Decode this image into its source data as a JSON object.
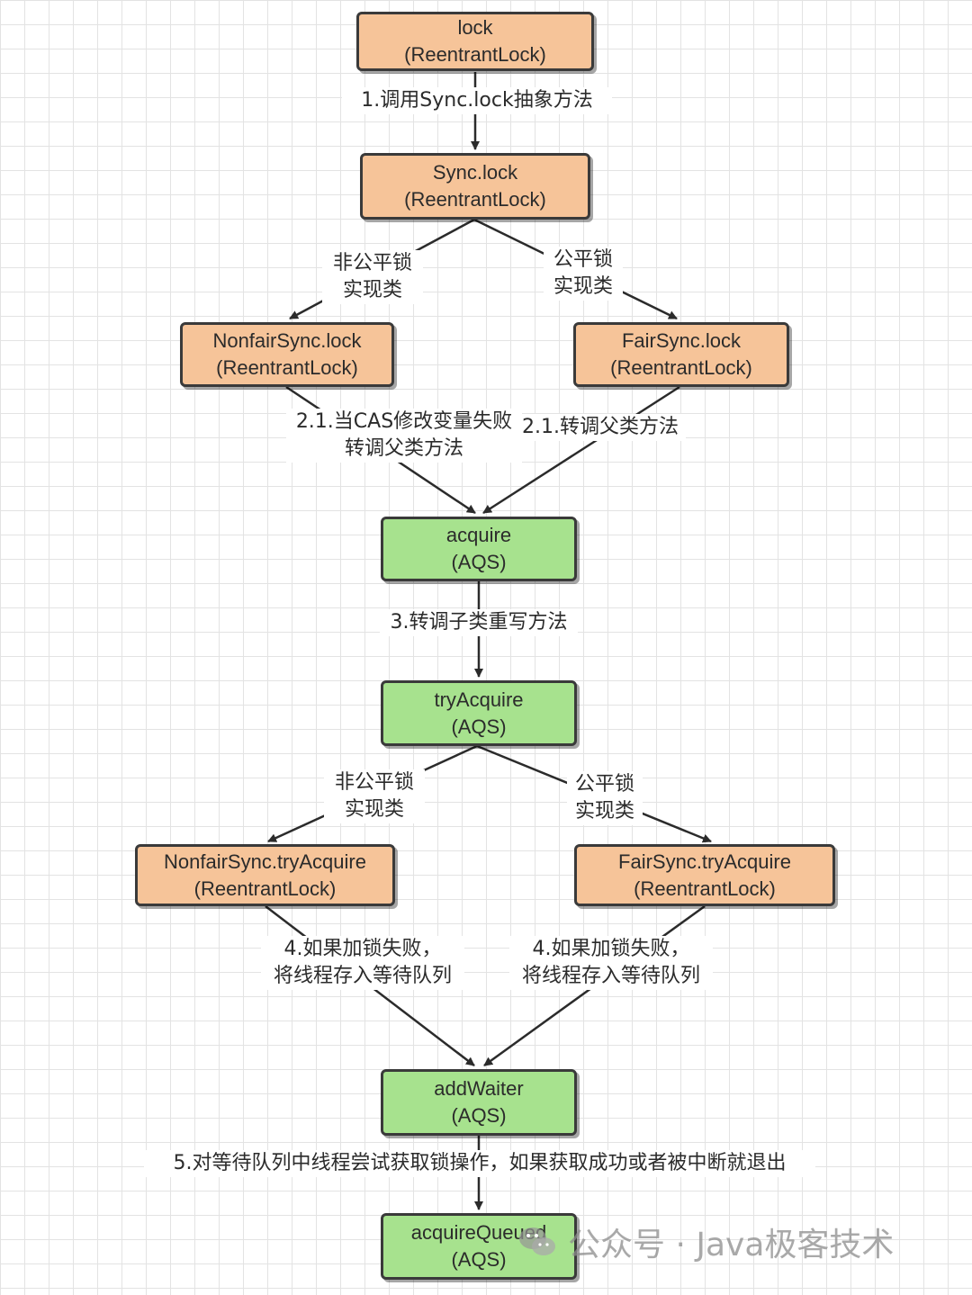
{
  "nodes": {
    "lock": {
      "line1": "lock",
      "line2": "(ReentrantLock)"
    },
    "sync_lock": {
      "line1": "Sync.lock",
      "line2": "(ReentrantLock)"
    },
    "nonfair_lock": {
      "line1": "NonfairSync.lock",
      "line2": "(ReentrantLock)"
    },
    "fair_lock": {
      "line1": "FairSync.lock",
      "line2": "(ReentrantLock)"
    },
    "acquire": {
      "line1": "acquire",
      "line2": "(AQS)"
    },
    "try_acquire": {
      "line1": "tryAcquire",
      "line2": "(AQS)"
    },
    "nonfair_try_acquire": {
      "line1": "NonfairSync.tryAcquire",
      "line2": "(ReentrantLock)"
    },
    "fair_try_acquire": {
      "line1": "FairSync.tryAcquire",
      "line2": "(ReentrantLock)"
    },
    "add_waiter": {
      "line1": "addWaiter",
      "line2": "(AQS)"
    },
    "acquire_queued": {
      "line1": "acquireQueued",
      "line2": "(AQS)"
    }
  },
  "labels": {
    "step1": "1.调用Sync.lock抽象方法",
    "nonfair_impl_1": {
      "line1": "非公平锁",
      "line2": "实现类"
    },
    "fair_impl_1": {
      "line1": "公平锁",
      "line2": "实现类"
    },
    "step2_1_nonfair": {
      "line1": "2.1.当CAS修改变量失败",
      "line2": "转调父类方法"
    },
    "step2_1_fair": "2.1.转调父类方法",
    "step3": "3.转调子类重写方法",
    "nonfair_impl_2": {
      "line1": "非公平锁",
      "line2": "实现类"
    },
    "fair_impl_2": {
      "line1": "公平锁",
      "line2": "实现类"
    },
    "step4_nonfair": {
      "line1": "4.如果加锁失败，",
      "line2": "将线程存入等待队列"
    },
    "step4_fair": {
      "line1": "4.如果加锁失败，",
      "line2": "将线程存入等待队列"
    },
    "step5": "5.对等待队列中线程尝试获取锁操作，如果获取成功或者被中断就退出"
  },
  "watermark": {
    "text": "公众号 · Java极客技术",
    "icon": "wechat-icon"
  },
  "colors": {
    "ReentrantLock": "#f6c499",
    "AQS": "#a7e28e",
    "border": "#3a3a3a",
    "background_grid": "#e3e3e3"
  }
}
